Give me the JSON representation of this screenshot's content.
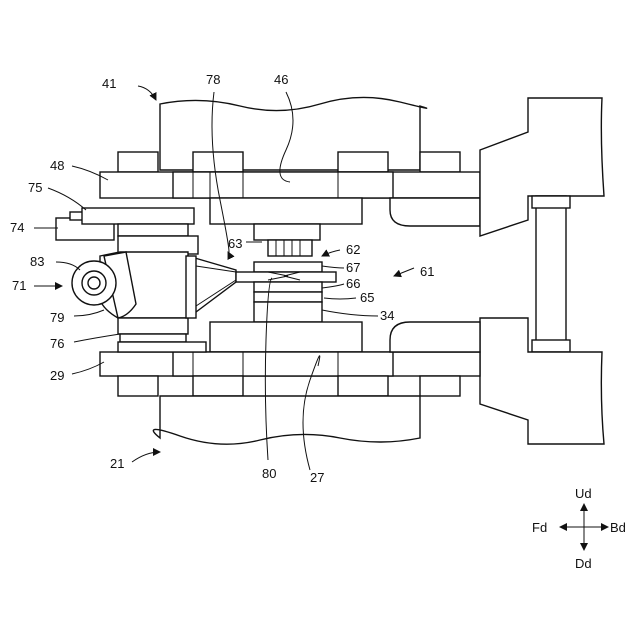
{
  "labels": {
    "n41": "41",
    "n78": "78",
    "n46": "46",
    "n48": "48",
    "n75": "75",
    "n74": "74",
    "n83": "83",
    "n71": "71",
    "n79": "79",
    "n76": "76",
    "n29": "29",
    "n21": "21",
    "n80": "80",
    "n27": "27",
    "n63": "63",
    "n62": "62",
    "n67": "67",
    "n66": "66",
    "n65": "65",
    "n34": "34",
    "n61": "61"
  },
  "compass": {
    "up": "Ud",
    "down": "Dd",
    "front": "Fd",
    "back": "Bd"
  }
}
